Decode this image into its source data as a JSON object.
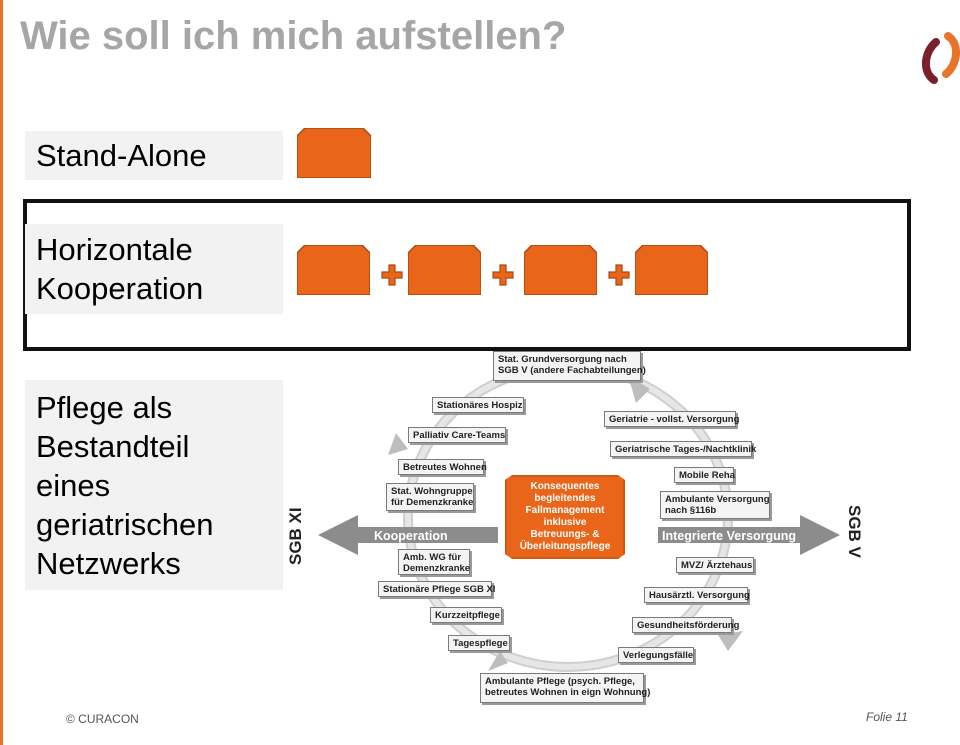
{
  "slide": {
    "title": "Wie soll ich mich aufstellen?",
    "footer_copyright": "© CURACON",
    "footer_page": "Folie 11",
    "accent_color": "#e8742a",
    "block_color": "#e8651a"
  },
  "rows": {
    "stand_alone": "Stand-Alone",
    "horizontal_line1": "Horizontale",
    "horizontal_line2": "Kooperation",
    "network_line1": "Pflege als",
    "network_line2": "Bestandteil",
    "network_line3": "eines",
    "network_line4": "geriatrischen",
    "network_line5": "Netzwerks"
  },
  "diagram": {
    "top_line1": "Stat. Grundversorgung nach",
    "top_line2": "SGB V (andere Fachabteilungen)",
    "left_items": [
      "Stationäres Hospiz",
      "Palliativ Care-Teams",
      "Betreutes Wohnen",
      "Stat. Wohngruppe",
      "für Demenzkranke",
      "Amb. WG für",
      "Demenzkranke",
      "Stationäre Pflege SGB XI",
      "Kurzzeitpflege",
      "Tagespflege"
    ],
    "right_items": [
      "Geriatrie - vollst. Versorgung",
      "Geriatrische Tages-/Nachtklinik",
      "Mobile Reha",
      "Ambulante Versorgung",
      "nach §116b",
      "MVZ/ Ärztehaus",
      "Hausärztl. Versorgung",
      "Gesundheitsförderung",
      "Verlegungsfälle"
    ],
    "bottom_line1": "Ambulante Pflege (psych. Pflege,",
    "bottom_line2": "betreutes Wohnen in eign Wohnung)",
    "center_line1": "Konsequentes",
    "center_line2": "begleitendes",
    "center_line3": "Fallmanagement",
    "center_line4": "inklusive",
    "center_line5": "Betreuungs- &",
    "center_line6": "Überleitungspflege",
    "arrow_left": "Kooperation",
    "arrow_right": "Integrierte Versorgung",
    "side_left": "SGB XI",
    "side_right": "SGB V"
  }
}
